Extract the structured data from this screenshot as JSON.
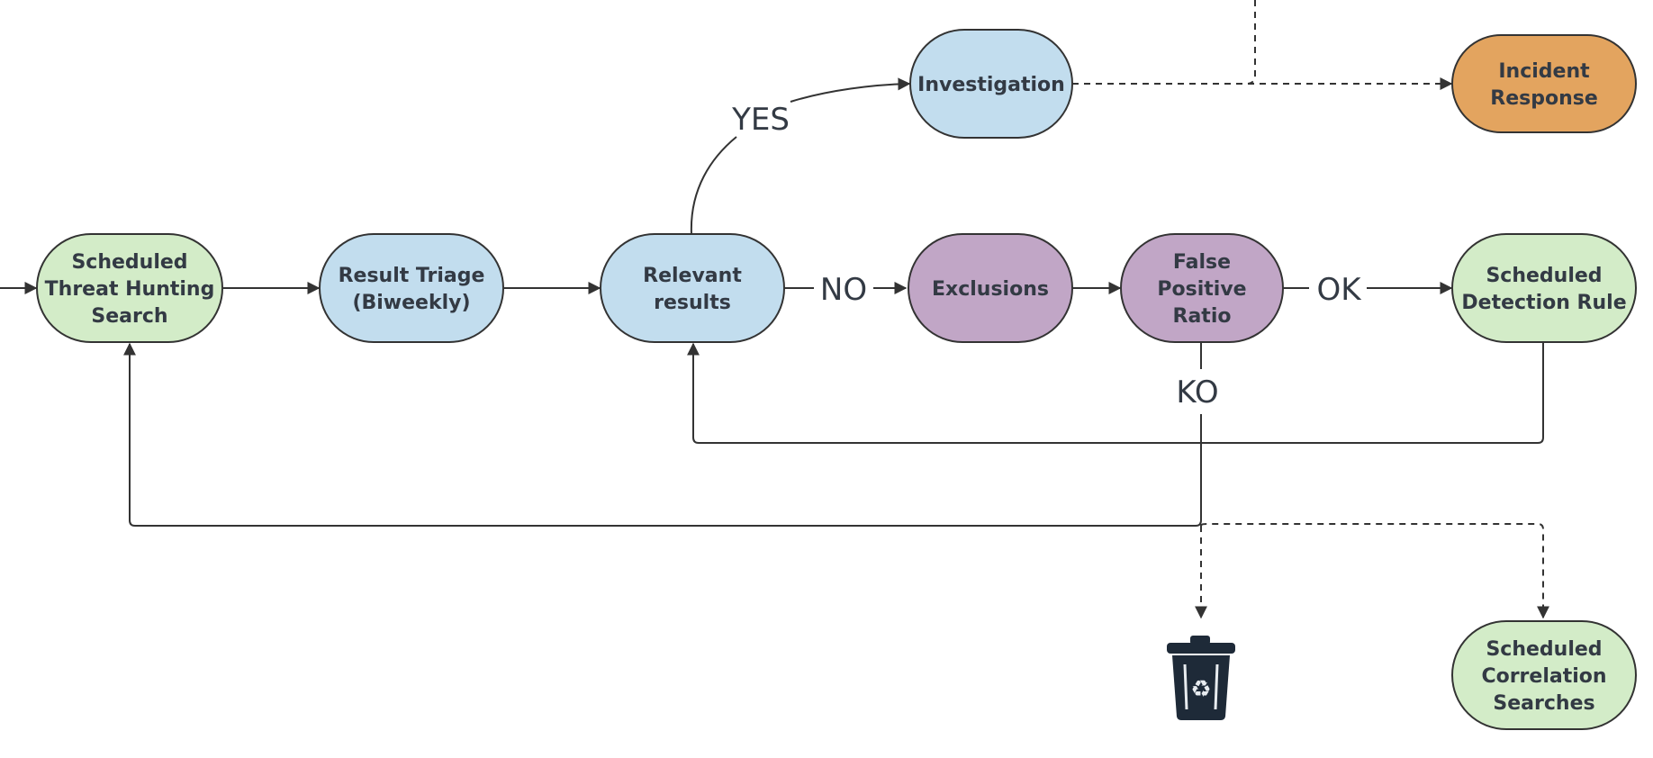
{
  "colors": {
    "green": "#d3ecc8",
    "blue": "#c2ddee",
    "purple": "#c1a6c6",
    "orange": "#e3a45f",
    "line": "#333333",
    "text": "#333a44"
  },
  "nodes": {
    "threat_hunting": {
      "label_lines": [
        "Scheduled",
        "Threat Hunting",
        "Search"
      ],
      "color": "green"
    },
    "result_triage": {
      "label_lines": [
        "Result Triage",
        "(Biweekly)"
      ],
      "color": "blue"
    },
    "relevant_results": {
      "label_lines": [
        "Relevant",
        "results"
      ],
      "color": "blue"
    },
    "investigation": {
      "label_lines": [
        "Investigation"
      ],
      "color": "blue"
    },
    "incident_response": {
      "label_lines": [
        "Incident",
        "Response"
      ],
      "color": "orange"
    },
    "exclusions": {
      "label_lines": [
        "Exclusions"
      ],
      "color": "purple"
    },
    "false_positive_ratio": {
      "label_lines": [
        "False",
        "Positive",
        "Ratio"
      ],
      "color": "purple"
    },
    "detection_rule": {
      "label_lines": [
        "Scheduled",
        "Detection Rule"
      ],
      "color": "green"
    },
    "correlation_searches": {
      "label_lines": [
        "Scheduled",
        "Correlation",
        "Searches"
      ],
      "color": "green"
    }
  },
  "edge_labels": {
    "yes": "YES",
    "no": "NO",
    "ok": "OK",
    "ko": "KO"
  },
  "icons": {
    "trash": "trash-bin-icon"
  }
}
